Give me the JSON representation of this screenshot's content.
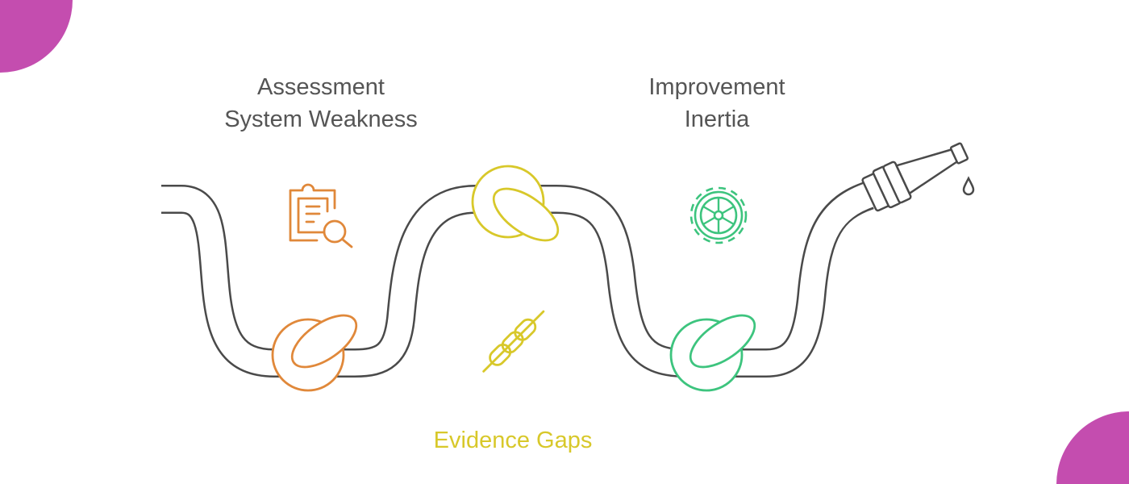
{
  "labels": {
    "assessment": {
      "line1": "Assessment",
      "line2": "System Weakness"
    },
    "improvement": {
      "line1": "Improvement",
      "line2": "Inertia"
    },
    "evidence": {
      "line1": "Evidence Gaps"
    }
  },
  "icons": [
    "clipboard-search-icon",
    "gear-wheel-icon",
    "chain-link-icon",
    "hose-nozzle-icon",
    "water-drop-icon"
  ],
  "colors": {
    "orange": "#E0883A",
    "yellow": "#D8C82A",
    "green": "#3DC47E",
    "hose": "#4a4a4a",
    "text": "#555555",
    "corner": "#C44DAF"
  }
}
